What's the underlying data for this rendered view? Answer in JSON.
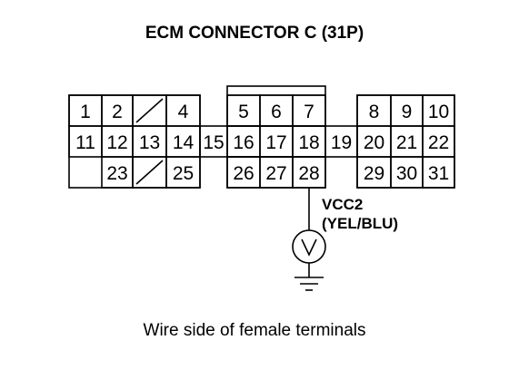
{
  "title": "ECM CONNECTOR C (31P)",
  "caption": "Wire side of female terminals",
  "probe": {
    "wire_name": "VCC2",
    "wire_color": "(YEL/BLU)",
    "pin": "28"
  },
  "connector": {
    "rows": [
      [
        "1",
        "2",
        "",
        "4",
        "",
        "5",
        "6",
        "7",
        "",
        "8",
        "9",
        "10"
      ],
      [
        "11",
        "12",
        "13",
        "14",
        "15",
        "16",
        "17",
        "18",
        "19",
        "20",
        "21",
        "22"
      ],
      [
        "",
        "23",
        "",
        "25",
        "",
        "26",
        "27",
        "28",
        "",
        "29",
        "30",
        "31"
      ]
    ],
    "empty_cavities": [
      [
        0,
        2
      ],
      [
        2,
        2
      ]
    ]
  },
  "icons": [
    "voltmeter-icon",
    "ground-icon"
  ]
}
